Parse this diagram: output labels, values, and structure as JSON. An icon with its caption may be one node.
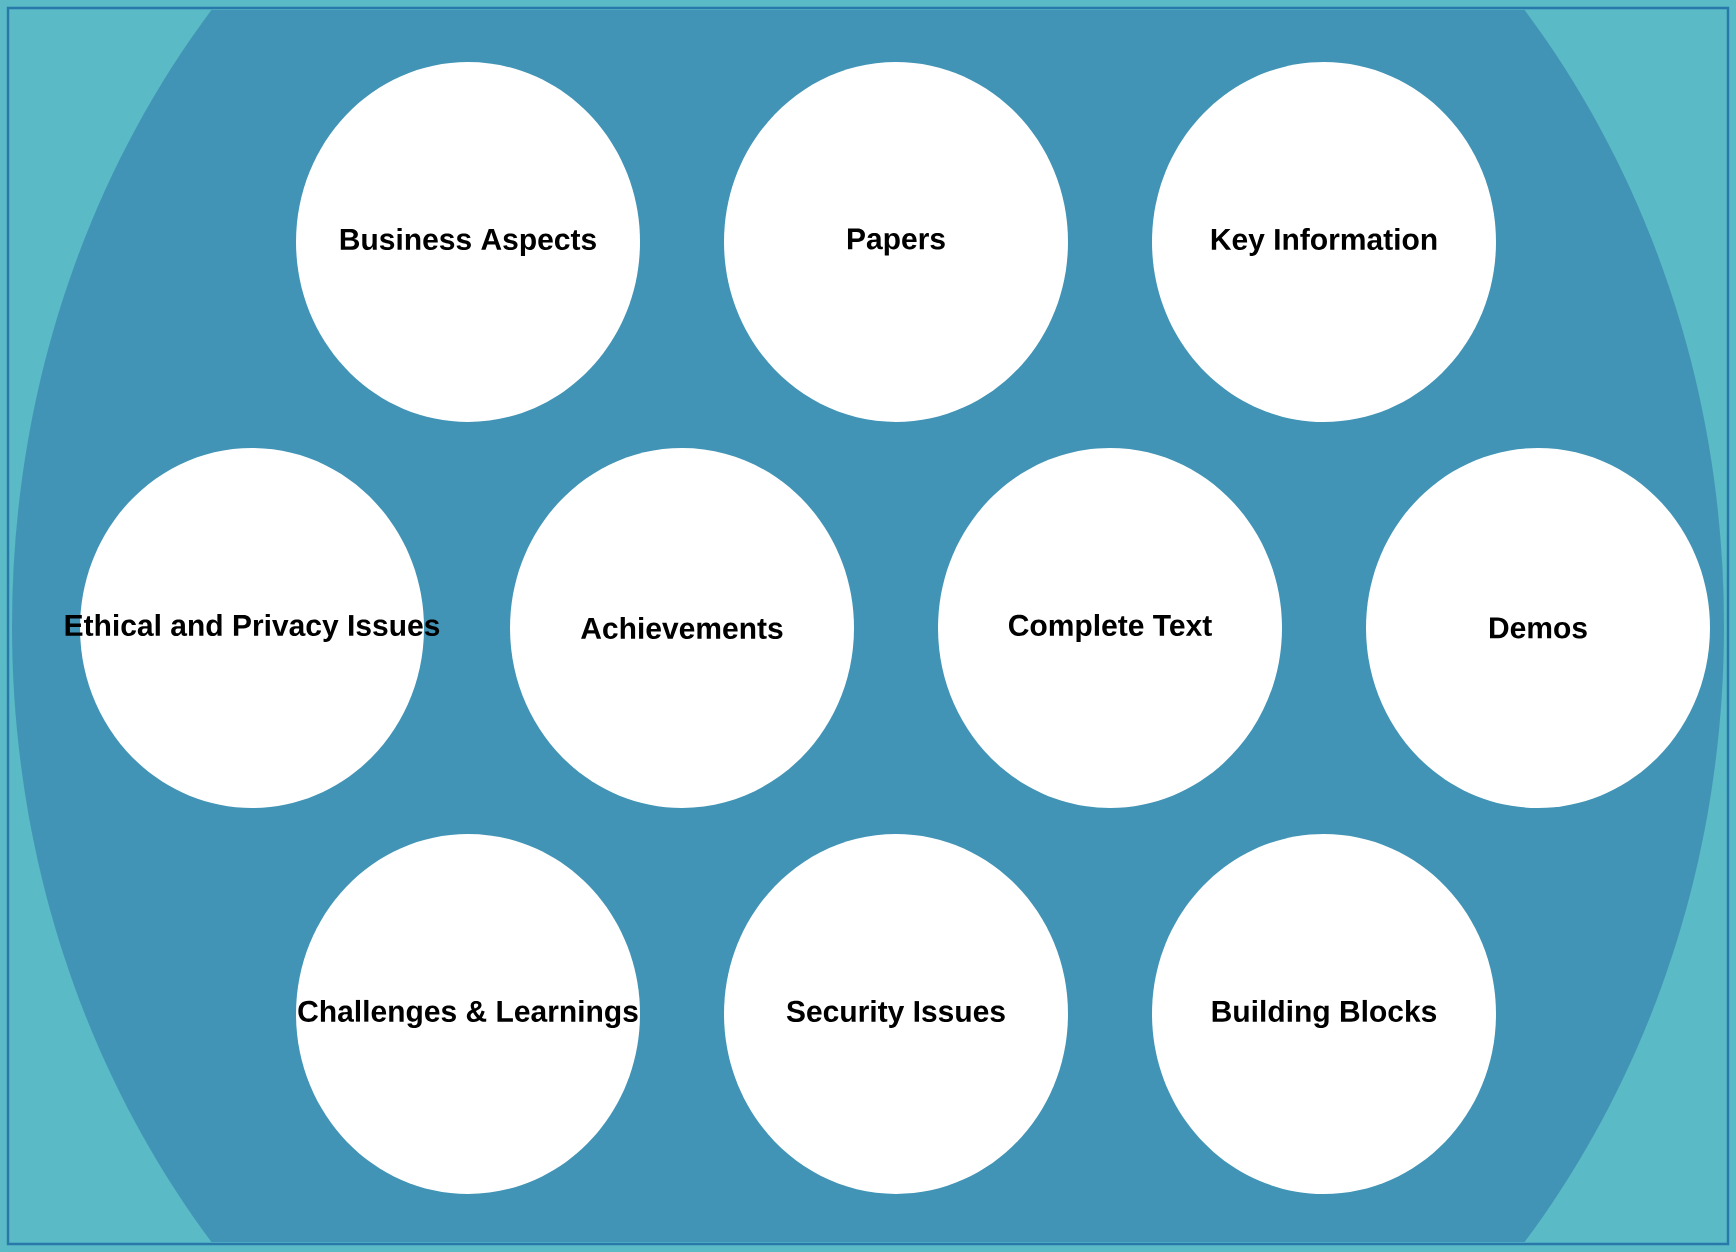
{
  "diagram": {
    "nodes": [
      {
        "text": [
          "Business Aspects"
        ]
      },
      {
        "text": [
          "Papers"
        ]
      },
      {
        "text": [
          "Key Information"
        ]
      },
      {
        "text": [
          "Ethical and Privacy Issues"
        ]
      },
      {
        "text": [
          "Achievements"
        ]
      },
      {
        "text": [
          "Complete Text"
        ]
      },
      {
        "text": [
          "Demos"
        ]
      },
      {
        "text": [
          "Challenges & Learnings"
        ]
      },
      {
        "text": [
          "Security Issues"
        ]
      },
      {
        "text": [
          "Building Blocks"
        ]
      }
    ]
  }
}
